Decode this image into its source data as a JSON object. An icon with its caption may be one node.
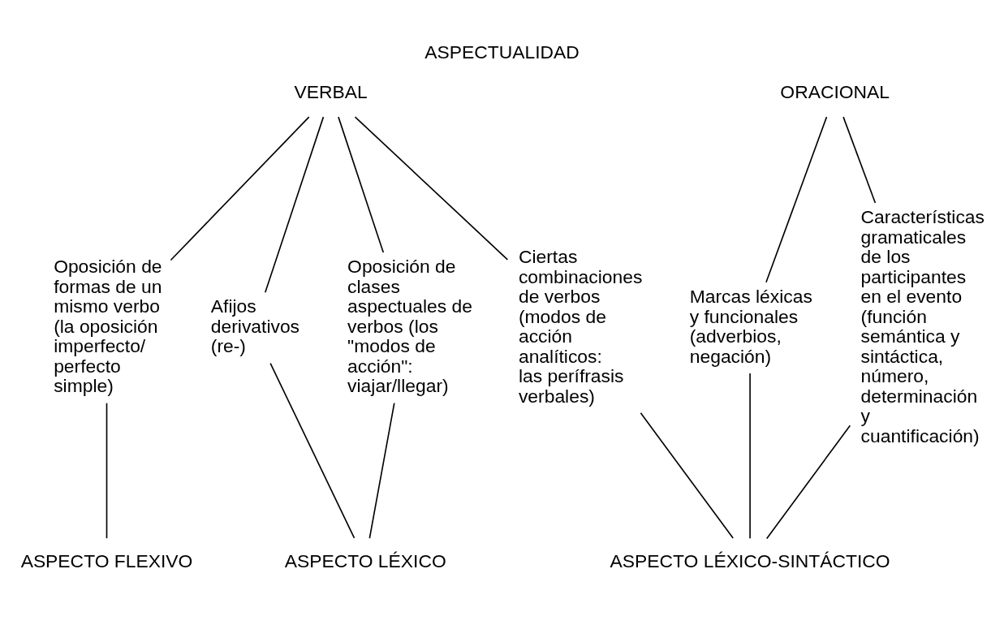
{
  "diagram": {
    "title": "ASPECTUALIDAD",
    "nodes": [
      {
        "text": [
          "VERBAL"
        ]
      },
      {
        "text": [
          "ORACIONAL"
        ]
      },
      {
        "text": [
          "Oposición de formas de un mismo verbo (la oposición imperfecto/ perfecto simple)"
        ]
      },
      {
        "text": [
          "Afijos derivativos (re-)"
        ]
      },
      {
        "text": [
          "Oposición de clases aspectuales de verbos (los \"modos de acción\": viajar/llegar)"
        ]
      },
      {
        "text": [
          "Ciertas combinaciones de verbos (modos de acción analíticos: las perífrasis verbales)"
        ]
      },
      {
        "text": [
          "Marcas léxicas y funcionales (adverbios, negación)"
        ]
      },
      {
        "text": [
          "Características gramaticales de los participantes en el evento (función semántica y sintáctica, número, determinación y cuantificación)"
        ]
      },
      {
        "text": [
          "ASPECTO FLEXIVO"
        ]
      },
      {
        "text": [
          "ASPECTO LÉXICO"
        ]
      },
      {
        "text": [
          "ASPECTO LÉXICO-SINTÁCTICO"
        ]
      }
    ],
    "edges": [
      {
        "from": 0,
        "to": 2,
        "arrow": "none"
      },
      {
        "from": 0,
        "to": 3,
        "arrow": "none"
      },
      {
        "from": 0,
        "to": 4,
        "arrow": "none"
      },
      {
        "from": 0,
        "to": 5,
        "arrow": "none"
      },
      {
        "from": 1,
        "to": 6,
        "arrow": "none"
      },
      {
        "from": 1,
        "to": 7,
        "arrow": "none"
      },
      {
        "from": 2,
        "to": 8,
        "arrow": "none"
      },
      {
        "from": 3,
        "to": 9,
        "arrow": "none"
      },
      {
        "from": 4,
        "to": 9,
        "arrow": "none"
      },
      {
        "from": 5,
        "to": 10,
        "arrow": "none"
      },
      {
        "from": 6,
        "to": 10,
        "arrow": "none"
      },
      {
        "from": 7,
        "to": 10,
        "arrow": "none"
      }
    ]
  }
}
